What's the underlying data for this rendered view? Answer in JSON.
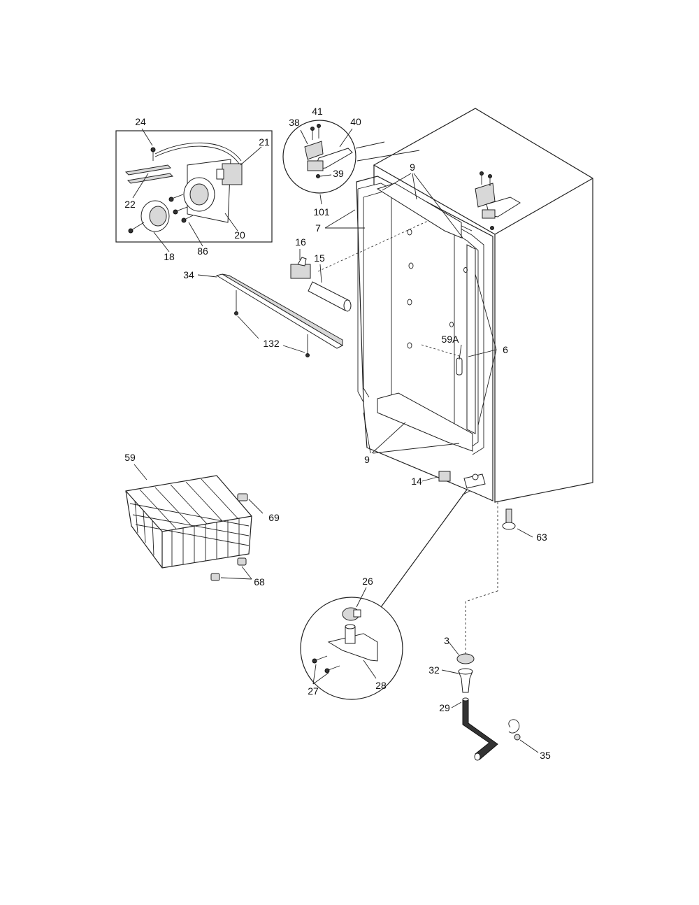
{
  "labels": [
    "24",
    "21",
    "22",
    "20",
    "18",
    "86",
    "41",
    "38",
    "40",
    "39",
    "101",
    "9",
    "7",
    "16",
    "15",
    "34",
    "132",
    "59A",
    "6",
    "9",
    "14",
    "59",
    "69",
    "68",
    "63",
    "26",
    "28",
    "27",
    "3",
    "32",
    "29",
    "35"
  ]
}
